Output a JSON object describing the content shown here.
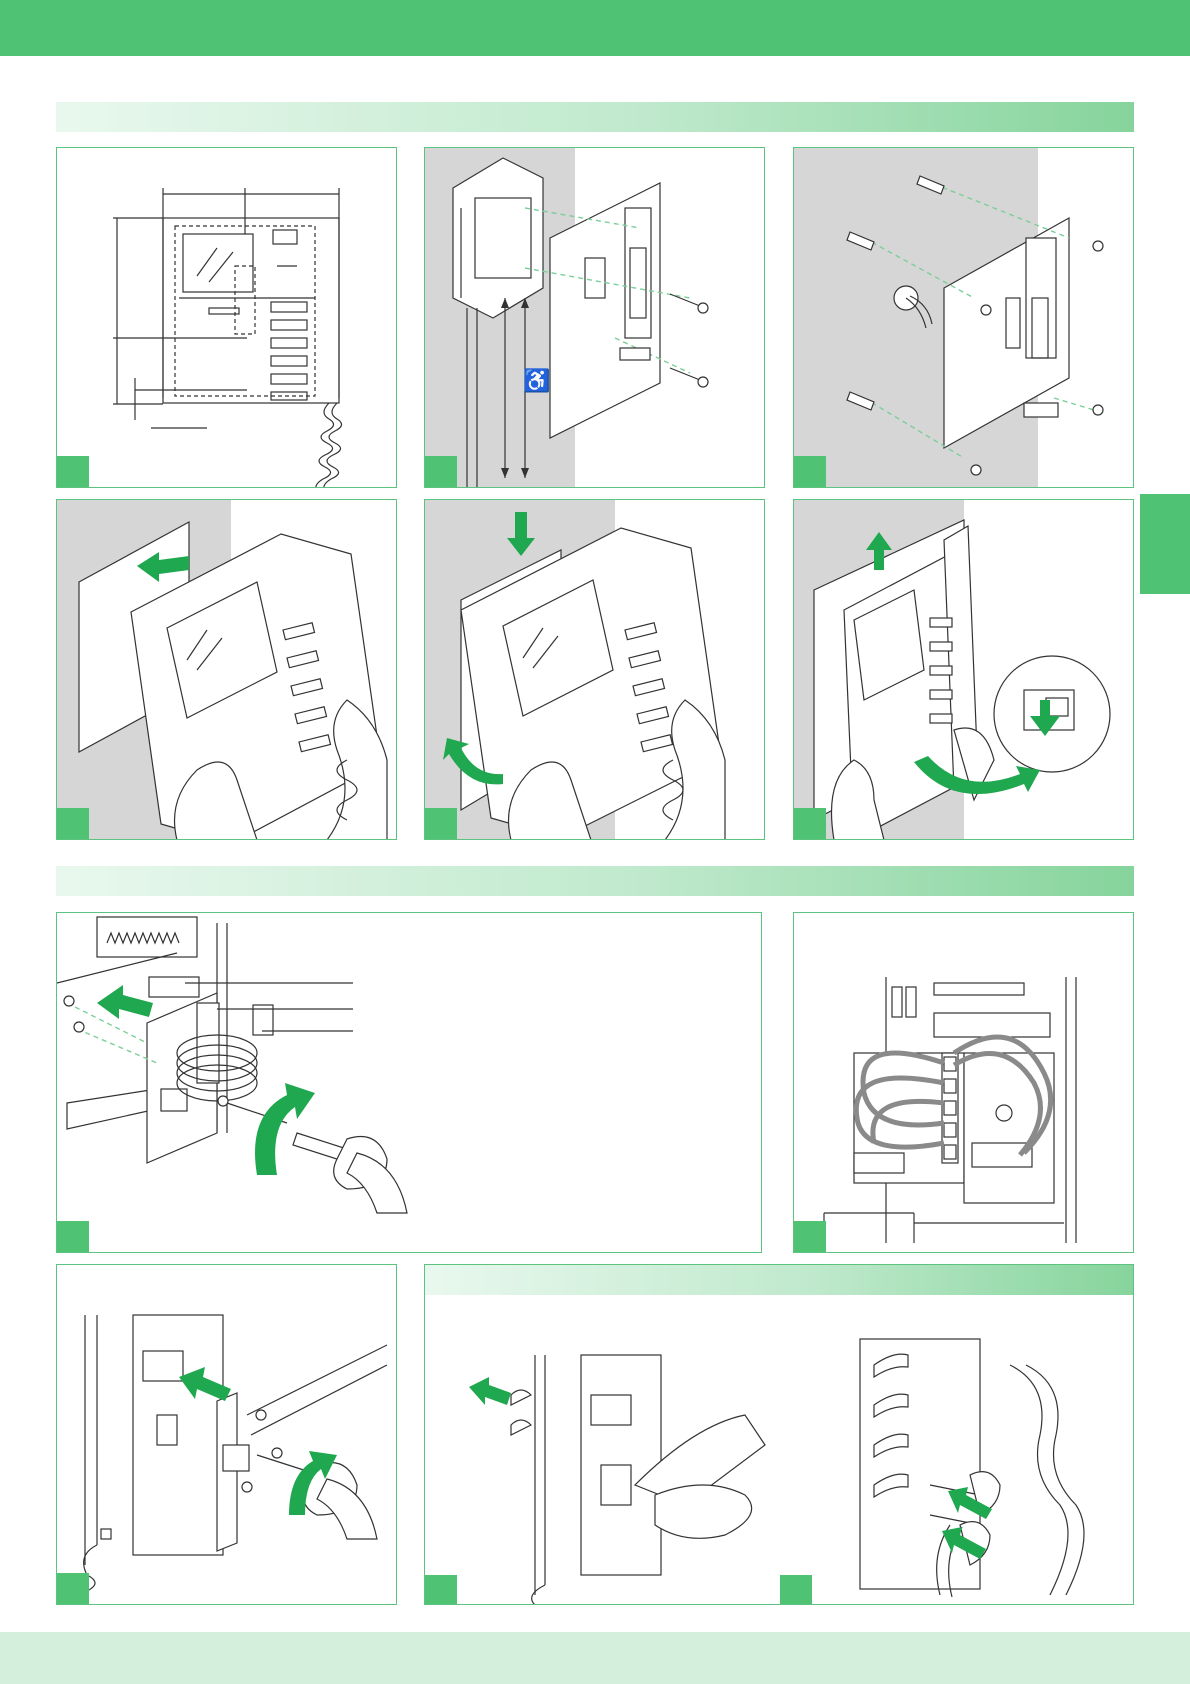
{
  "colors": {
    "brand_green": "#4fc273",
    "band_light": "#e9f8ee",
    "band_dark": "#86d49c",
    "bottom_bar": "#d4f0dc",
    "panel_border": "#5cc47e",
    "wall_grey": "#d6d6d6",
    "arrow_green": "#1fa84f"
  },
  "icons": {
    "accessibility": "wheelchair-icon"
  },
  "sections": [
    {
      "name": "installation-band"
    },
    {
      "name": "wiring-band"
    },
    {
      "name": "handset-band"
    }
  ],
  "figures": [
    {
      "name": "dimension-drawing"
    },
    {
      "name": "wall-box-mounting"
    },
    {
      "name": "plate-screw-fixing"
    },
    {
      "name": "unit-hooking"
    },
    {
      "name": "unit-lowering"
    },
    {
      "name": "unit-removal"
    },
    {
      "name": "module-screw-fitting"
    },
    {
      "name": "wiring-detail"
    },
    {
      "name": "connector-fitting"
    },
    {
      "name": "cap-removal"
    },
    {
      "name": "cap-insertion"
    }
  ]
}
